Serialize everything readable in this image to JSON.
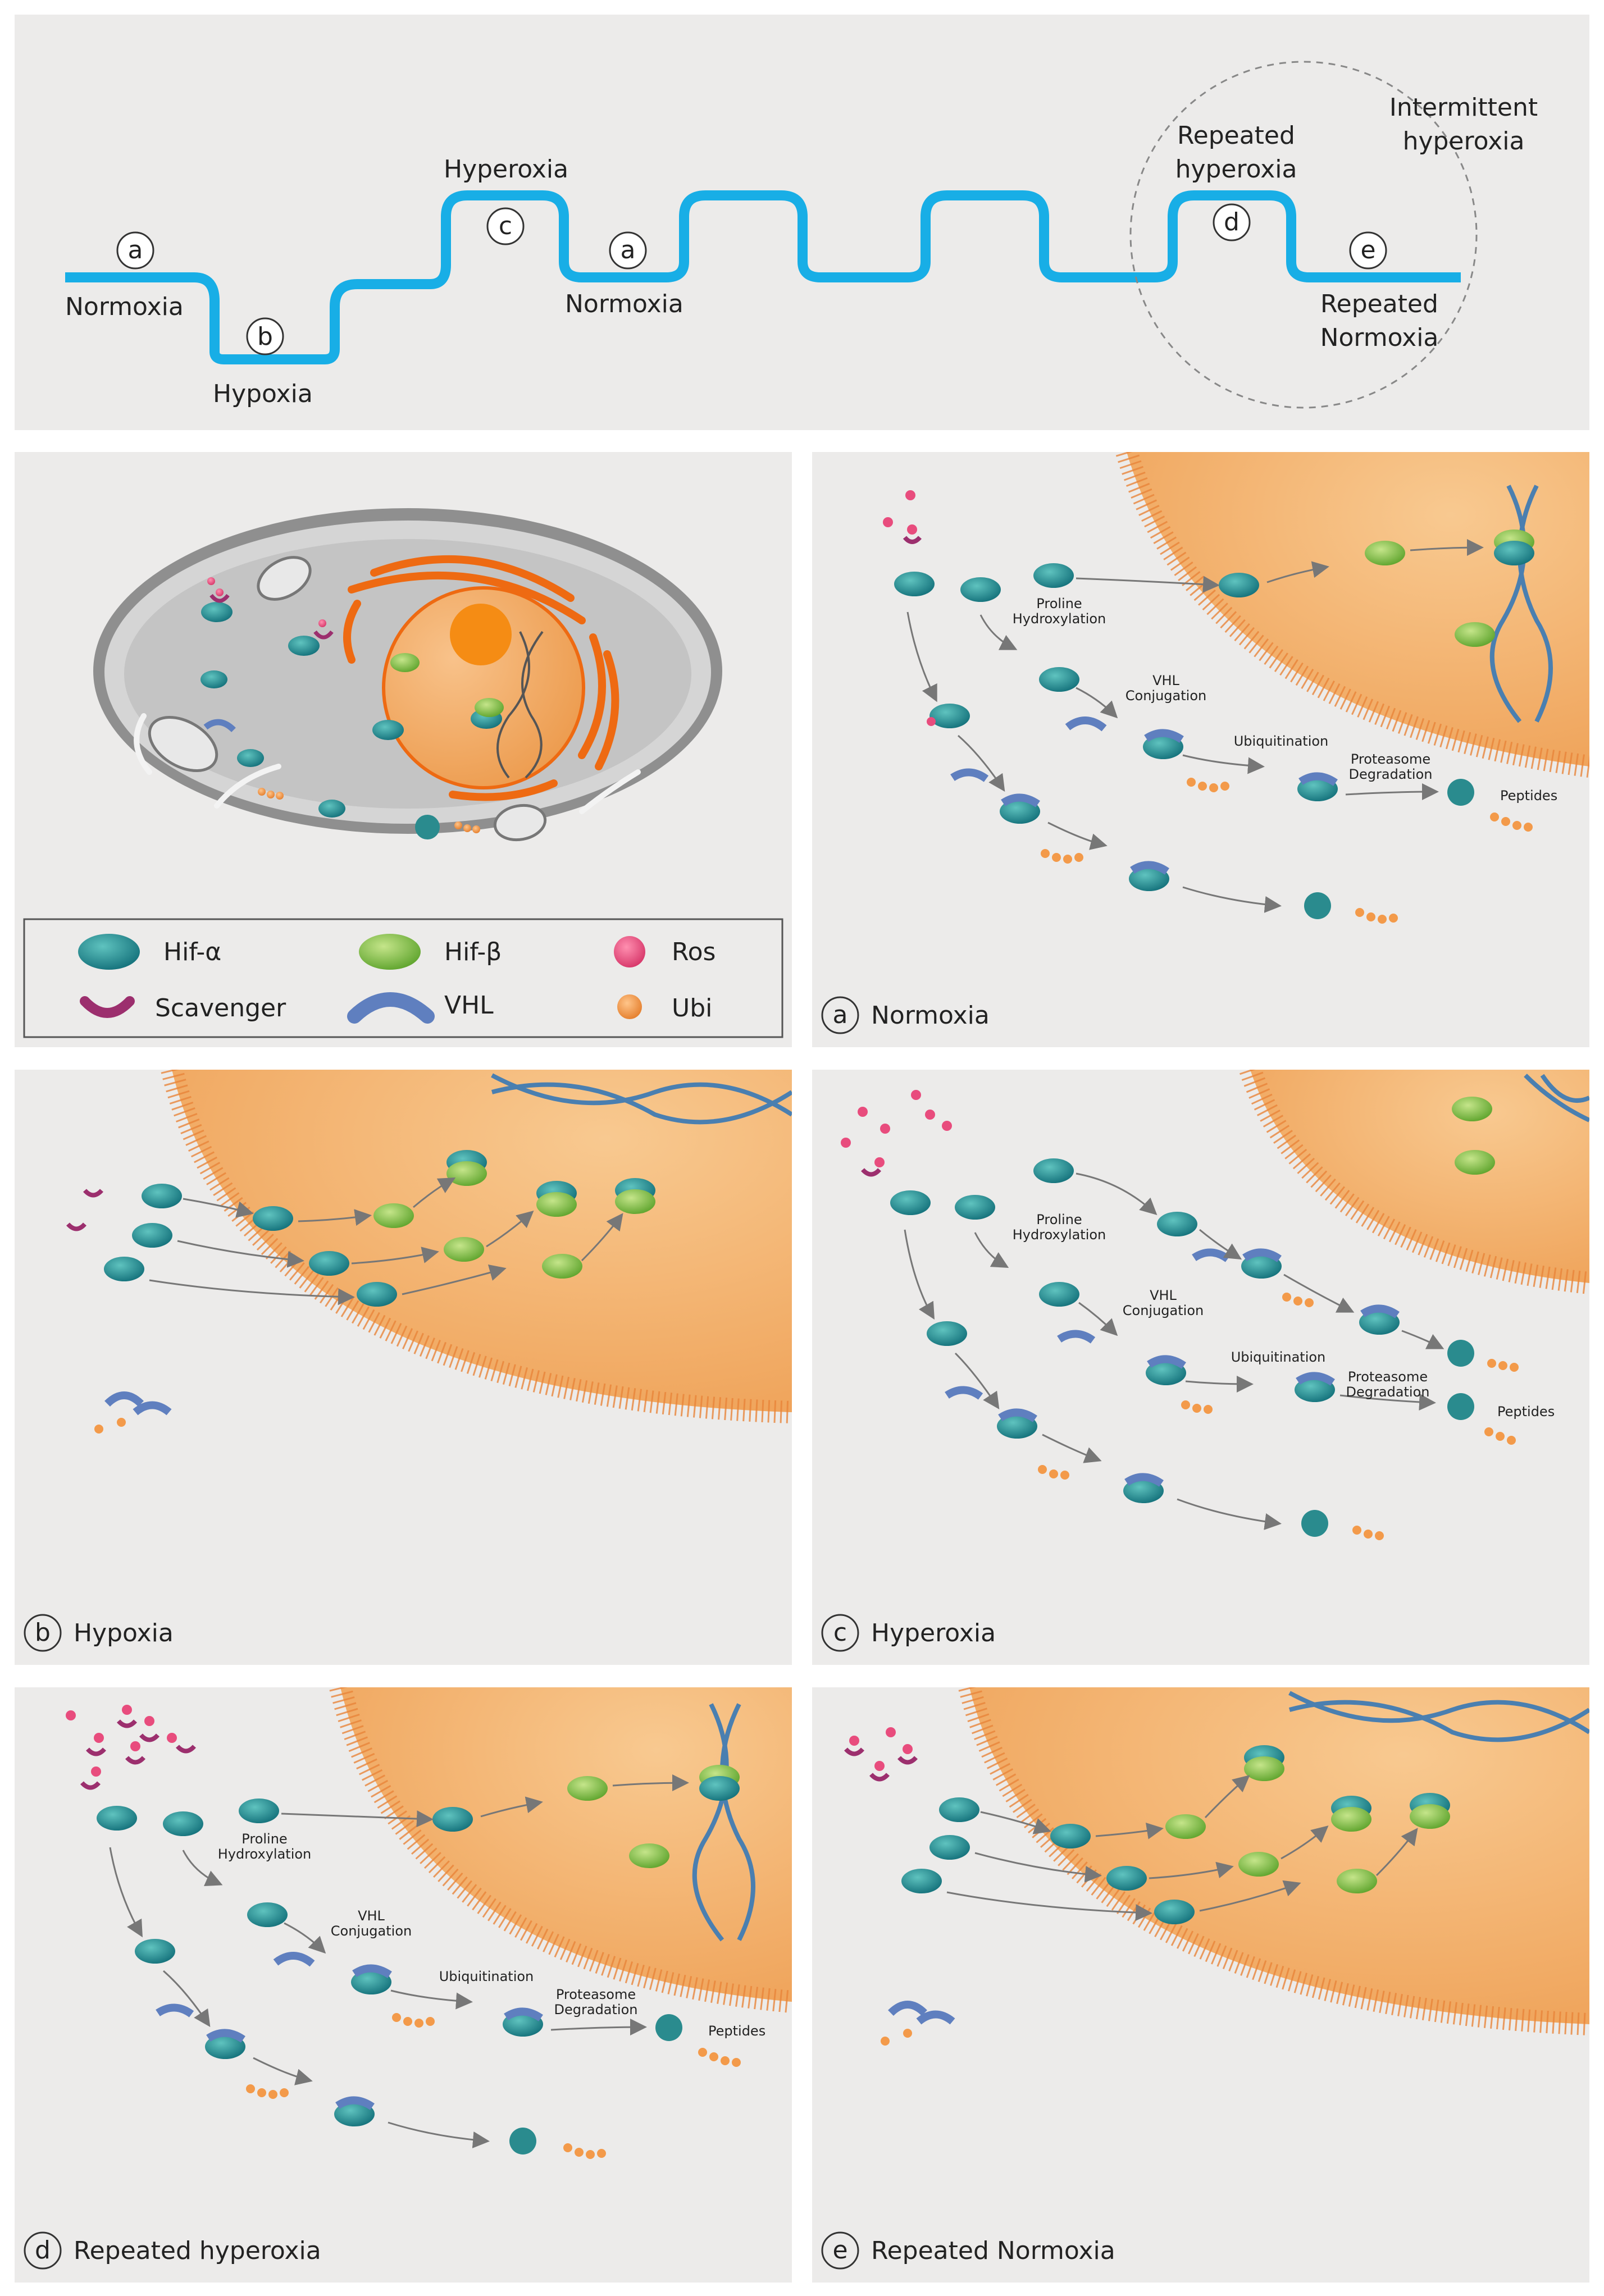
{
  "timeline": {
    "normoxia": "Normoxia",
    "hypoxia": "Hypoxia",
    "hyperoxia": "Hyperoxia",
    "normoxia2": "Normoxia",
    "repeated_hyperoxia_1": "Repeated",
    "repeated_hyperoxia_2": "hyperoxia",
    "intermittent_1": "Intermittent",
    "intermittent_2": "hyperoxia",
    "repeated_normoxia_1": "Repeated",
    "repeated_normoxia_2": "Normoxia",
    "markers": {
      "a": "a",
      "b": "b",
      "c": "c",
      "d": "d",
      "e": "e"
    }
  },
  "legend": {
    "hif_a": "Hif-α",
    "hif_b": "Hif-β",
    "ros": "Ros",
    "scavenger": "Scavenger",
    "vhl": "VHL",
    "ubi": "Ubi"
  },
  "steps": {
    "proline_1": "Proline",
    "proline_2": "Hydroxylation",
    "vhl_1": "VHL",
    "vhl_2": "Conjugation",
    "ubiq": "Ubiquitination",
    "prot_1": "Proteasome",
    "prot_2": "Degradation",
    "peptides": "Peptides"
  },
  "panels": {
    "a": {
      "letter": "a",
      "title": "Normoxia"
    },
    "b": {
      "letter": "b",
      "title": "Hypoxia"
    },
    "c": {
      "letter": "c",
      "title": "Hyperoxia"
    },
    "d": {
      "letter": "d",
      "title": "Repeated hyperoxia"
    },
    "e": {
      "letter": "e",
      "title": "Repeated Normoxia"
    }
  },
  "colors": {
    "panel_bg": "#ecebea",
    "timeline_line": "#18aee6",
    "hif_a": "#1f8f90",
    "hif_b": "#8cc63f",
    "ros": "#e84c7d",
    "scavenger": "#9c2f6e",
    "vhl": "#5f7fbf",
    "ubi": "#f39a4a",
    "nucleus": "#f2a862",
    "dna": "#4a7fb0"
  }
}
